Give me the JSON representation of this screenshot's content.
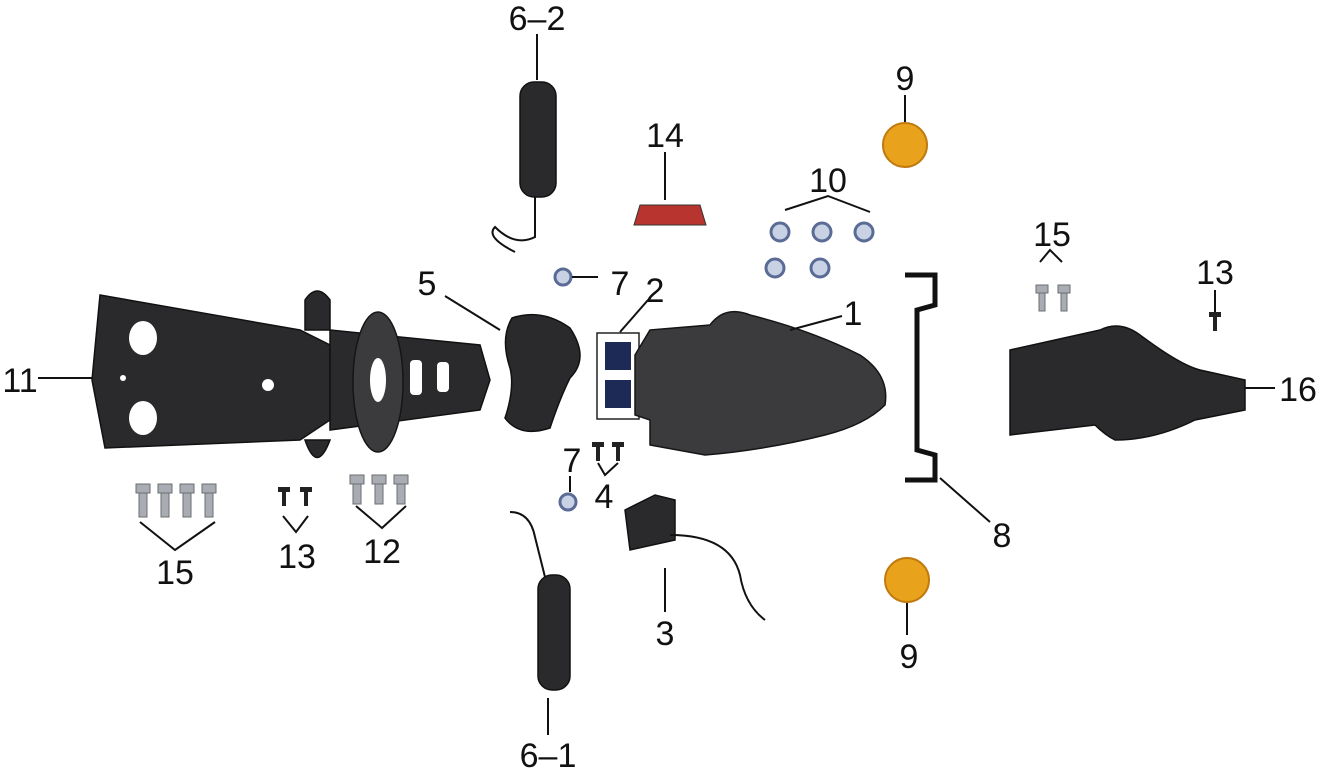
{
  "labels": {
    "p6_2": "6–2",
    "p14": "14",
    "p9_top": "9",
    "p10": "10",
    "p15_right": "15",
    "p13_right": "13",
    "p16": "16",
    "p1": "1",
    "p8": "8",
    "p9_bottom": "9",
    "p3": "3",
    "p6_1": "6–1",
    "p7_bottom": "7",
    "p4": "4",
    "p7_top": "7",
    "p2": "2",
    "p5": "5",
    "p11": "11",
    "p15_left": "15",
    "p13_left": "13",
    "p12": "12"
  },
  "colors": {
    "reflector_amber": "#e8a21c",
    "reflector_red": "#b8342e",
    "part_black": "#2a2a2c"
  }
}
